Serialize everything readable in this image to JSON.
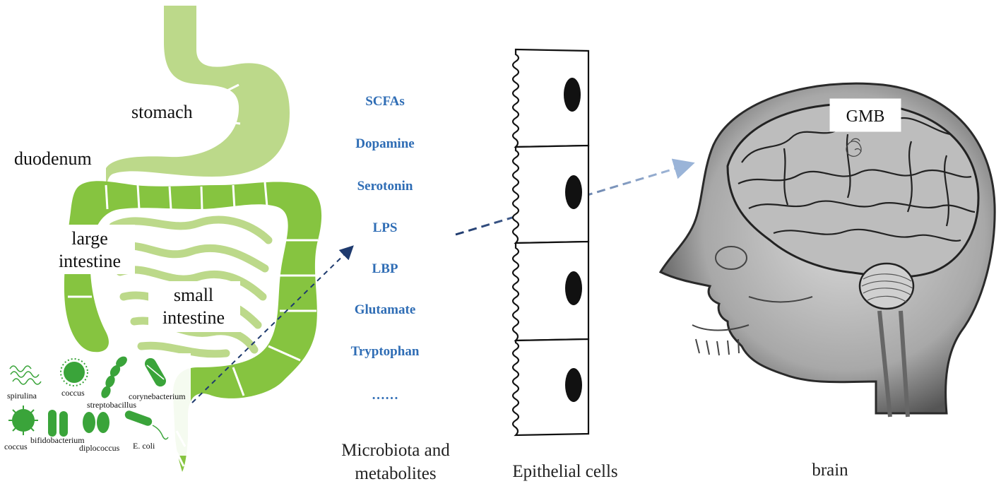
{
  "organs": {
    "stomach": "stomach",
    "duodenum": "duodenum",
    "large_intestine": [
      "large",
      "intestine"
    ],
    "small_intestine": [
      "small",
      "intestine"
    ]
  },
  "microbes": [
    "spirulina",
    "coccus",
    "corynebacterium",
    "streptobacillus",
    "coccus",
    "bifidobacterium",
    "diplococcus",
    "E. coli"
  ],
  "metabolites": [
    "SCFAs",
    "Dopamine",
    "Serotonin",
    "LPS",
    "LBP",
    "Glutamate",
    "Tryptophan",
    "……"
  ],
  "captions": {
    "microbiota_line1": "Microbiota and",
    "microbiota_line2": "metabolites",
    "epithelial": "Epithelial cells",
    "brain": "brain"
  },
  "brain_label": "GMB",
  "colors": {
    "gut_light": "#bcd98a",
    "gut_dark": "#86c440",
    "bacteria": "#3aa43a",
    "metabolite_text": "#2f6db5",
    "arrow": "#1e3a6e"
  }
}
